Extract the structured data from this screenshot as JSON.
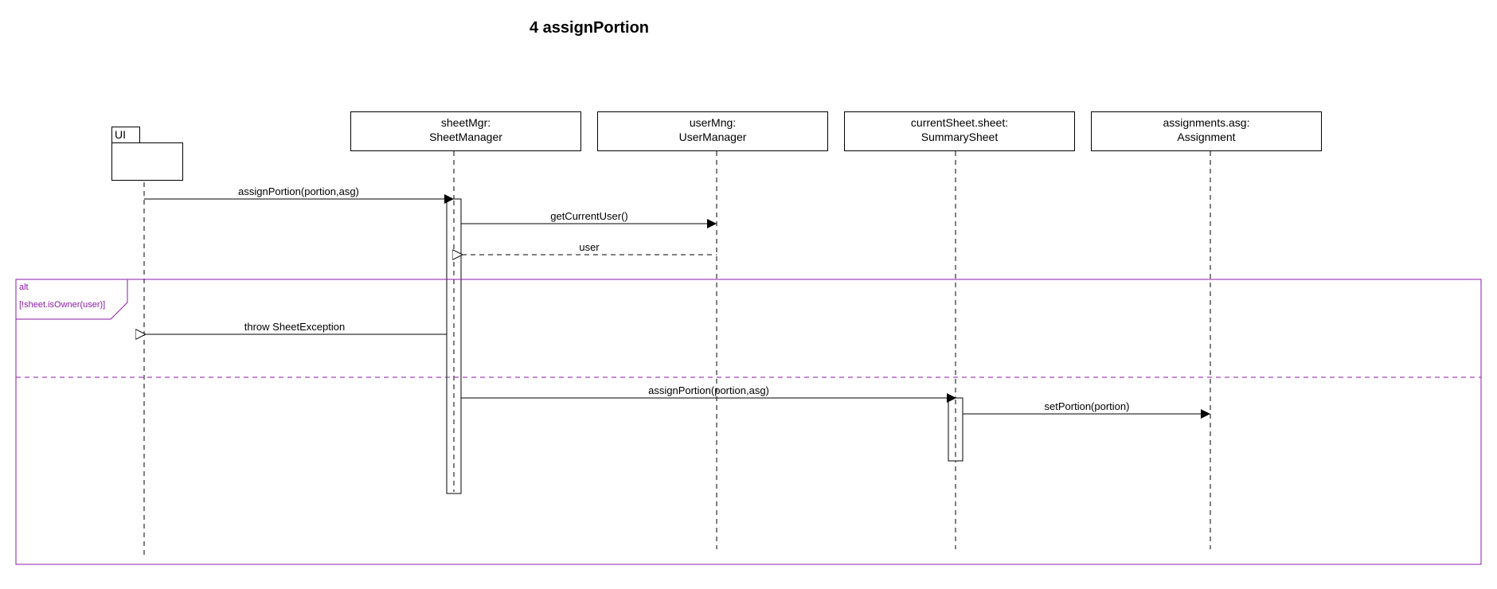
{
  "title": "4 assignPortion",
  "colors": {
    "line": "#000000",
    "frame": "#8b1aa6"
  },
  "actor": {
    "label": "UI"
  },
  "lifelines": [
    {
      "name_line": "sheetMgr:",
      "type_line": "SheetManager"
    },
    {
      "name_line": "userMng:",
      "type_line": "UserManager"
    },
    {
      "name_line": "currentSheet.sheet:",
      "type_line": "SummarySheet"
    },
    {
      "name_line": "assignments.asg:",
      "type_line": "Assignment"
    }
  ],
  "messages": [
    {
      "label": "assignPortion(portion,asg)",
      "kind": "sync"
    },
    {
      "label": "getCurrentUser()",
      "kind": "sync"
    },
    {
      "label": "user",
      "kind": "return"
    },
    {
      "label": "throw SheetException",
      "kind": "return"
    },
    {
      "label": "assignPortion(portion,asg)",
      "kind": "sync"
    },
    {
      "label": "setPortion(portion)",
      "kind": "sync"
    }
  ],
  "frame": {
    "operator": "alt",
    "guard": "[!sheet.isOwner(user)]"
  }
}
